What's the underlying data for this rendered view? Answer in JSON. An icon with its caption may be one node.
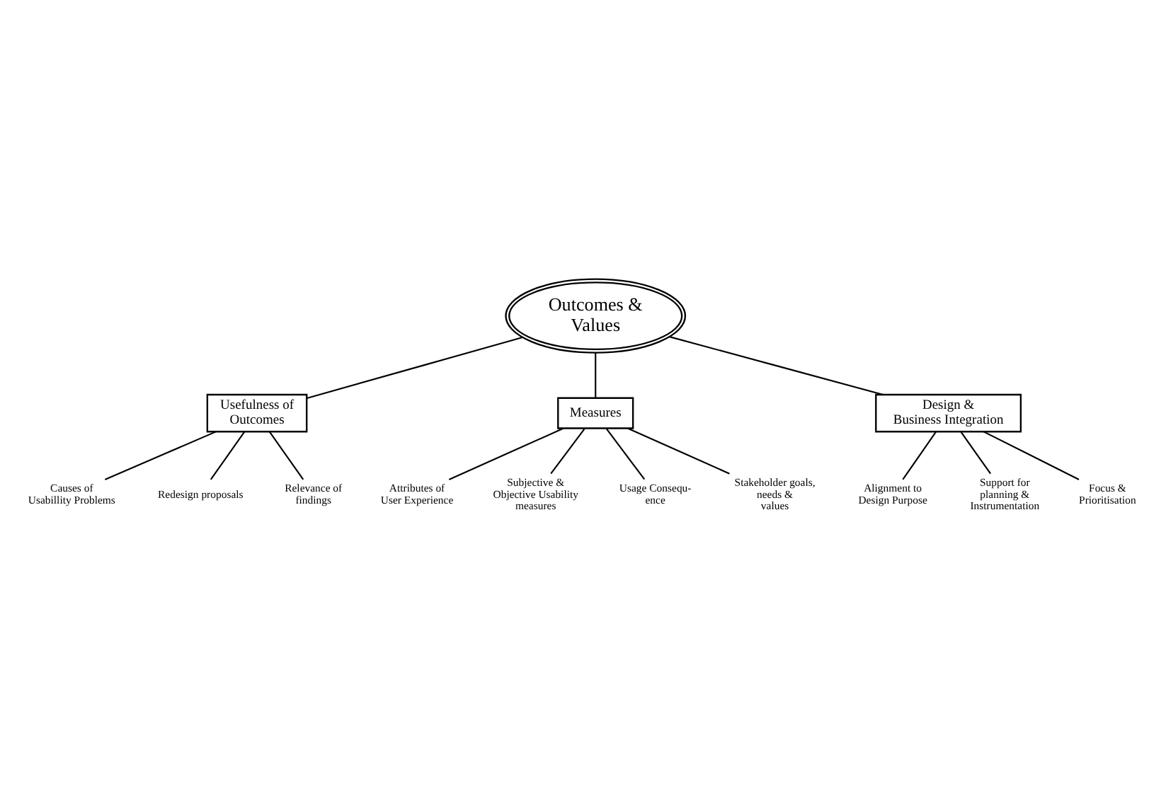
{
  "diagram": {
    "nodes": [
      {
        "text": [
          "Outcomes & Values"
        ]
      },
      {
        "text": [
          "Usefulness of Outcomes"
        ]
      },
      {
        "text": [
          "Measures"
        ]
      },
      {
        "text": [
          "Design & Business Integration"
        ]
      },
      {
        "text": [
          "Causes of Usabillity Problems"
        ]
      },
      {
        "text": [
          "Redesign proposals"
        ]
      },
      {
        "text": [
          "Relevance of findings"
        ]
      },
      {
        "text": [
          "Attributes of User Experience"
        ]
      },
      {
        "text": [
          "Subjective & Objective Usability measures"
        ]
      },
      {
        "text": [
          "Usage Consequ- ence"
        ]
      },
      {
        "text": [
          "Stakeholder goals, needs & values"
        ]
      },
      {
        "text": [
          "Alignment to Design Purpose"
        ]
      },
      {
        "text": [
          "Support for planning & Instrumentation"
        ]
      },
      {
        "text": [
          "Focus & Prioritisation"
        ]
      }
    ],
    "edges": [
      {
        "from": 0,
        "to": 1,
        "arrow": "none"
      },
      {
        "from": 0,
        "to": 2,
        "arrow": "none"
      },
      {
        "from": 0,
        "to": 3,
        "arrow": "none"
      },
      {
        "from": 1,
        "to": 4,
        "arrow": "none"
      },
      {
        "from": 1,
        "to": 5,
        "arrow": "none"
      },
      {
        "from": 1,
        "to": 6,
        "arrow": "none"
      },
      {
        "from": 2,
        "to": 7,
        "arrow": "none"
      },
      {
        "from": 2,
        "to": 8,
        "arrow": "none"
      },
      {
        "from": 2,
        "to": 9,
        "arrow": "none"
      },
      {
        "from": 2,
        "to": 10,
        "arrow": "none"
      },
      {
        "from": 3,
        "to": 11,
        "arrow": "none"
      },
      {
        "from": 3,
        "to": 12,
        "arrow": "none"
      },
      {
        "from": 3,
        "to": 13,
        "arrow": "none"
      }
    ]
  }
}
